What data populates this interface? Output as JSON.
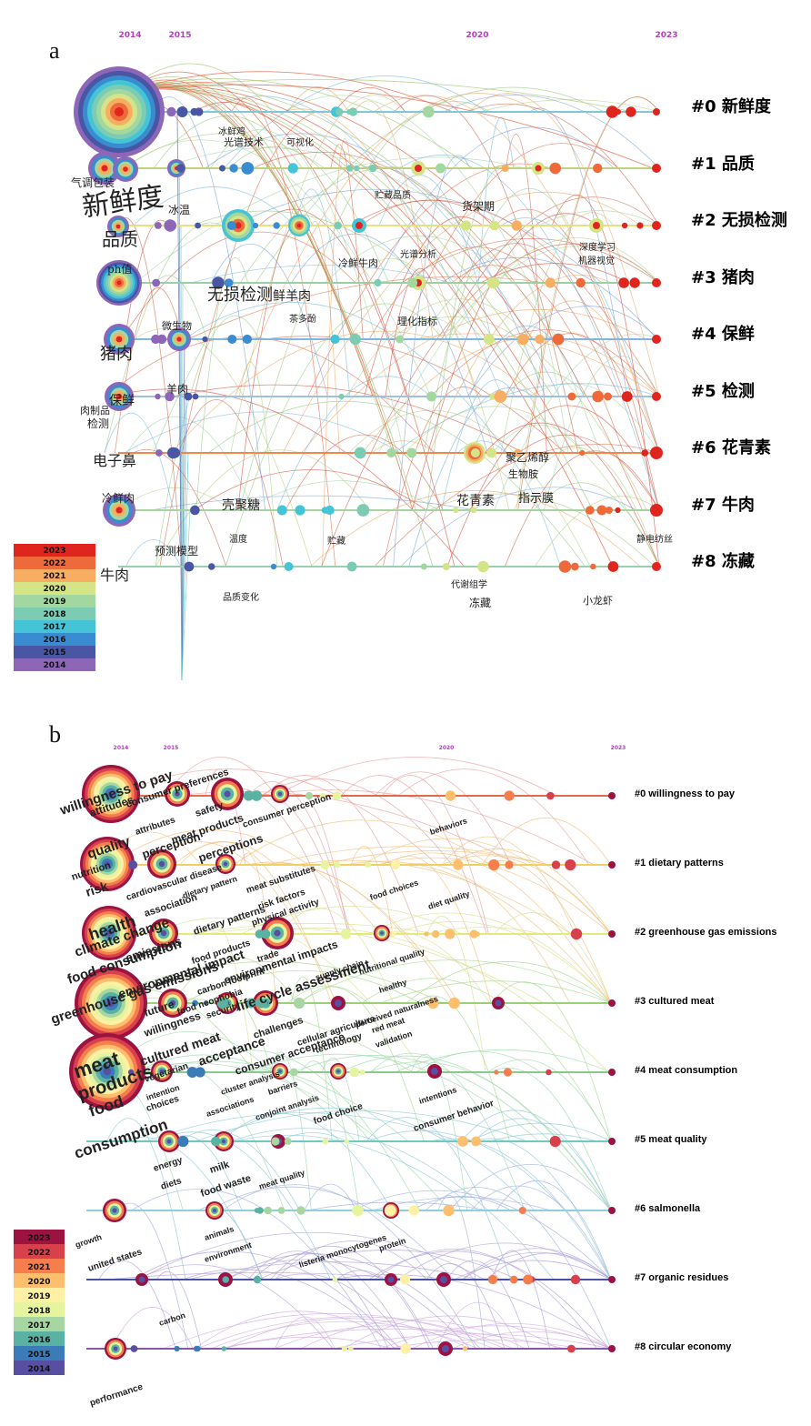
{
  "palette": {
    "2014": "#8e66b8",
    "2015": "#4856a4",
    "2016": "#3a8cd0",
    "2017": "#44c4d6",
    "2018": "#7cccb4",
    "2019": "#a2d8a0",
    "2020": "#d4e487",
    "2021": "#f8ae62",
    "2022": "#ee6a3a",
    "2023": "#e0241e"
  },
  "palette_b": {
    "2014": "#584ea2",
    "2015": "#3a7bb8",
    "2016": "#5ab2a2",
    "2017": "#a8d6a2",
    "2018": "#e6f4a0",
    "2019": "#fef0a4",
    "2020": "#fdbe6e",
    "2021": "#f57e4c",
    "2022": "#d8414c",
    "2023": "#9c1240"
  },
  "panel_a": {
    "letter": "a",
    "years": [
      "2014",
      "2015",
      "2020",
      "2023"
    ],
    "clusters": [
      {
        "label": "#0 新鲜度",
        "color": "#4cae8a"
      },
      {
        "label": "#1 品质",
        "color": "#6aae5c"
      },
      {
        "label": "#2 无损检测",
        "color": "#a8a85a"
      },
      {
        "label": "#3 猪肉",
        "color": "#4cae8a"
      },
      {
        "label": "#4 保鲜",
        "color": "#4cae8a"
      },
      {
        "label": "#5 检测",
        "color": "#2f79b6"
      },
      {
        "label": "#6 花青素",
        "color": "#d4502a"
      },
      {
        "label": "#7 牛肉",
        "color": "#4cae8a"
      },
      {
        "label": "#8 冻藏",
        "color": "#4cae8a"
      }
    ],
    "keywords": [
      {
        "text": "新鲜度",
        "size": 30
      },
      {
        "text": "品质",
        "size": 20
      },
      {
        "text": "猪肉",
        "size": 18
      },
      {
        "text": "电子鼻",
        "size": 16
      },
      {
        "text": "牛肉",
        "size": 16
      },
      {
        "text": "冷鲜肉",
        "size": 12
      },
      {
        "text": "检测",
        "size": 12
      },
      {
        "text": "肉制品",
        "size": 11
      },
      {
        "text": "保鲜",
        "size": 14
      },
      {
        "text": "气调包装",
        "size": 12
      },
      {
        "text": "ph值",
        "size": 12
      },
      {
        "text": "冰温",
        "size": 12
      },
      {
        "text": "微生物",
        "size": 11
      },
      {
        "text": "羊肉",
        "size": 12
      },
      {
        "text": "预测模型",
        "size": 12
      },
      {
        "text": "无损检测",
        "size": 18
      },
      {
        "text": "鲜羊肉",
        "size": 14
      },
      {
        "text": "壳聚糖",
        "size": 14
      },
      {
        "text": "光谱技术",
        "size": 11
      },
      {
        "text": "冷鲜牛肉",
        "size": 11
      },
      {
        "text": "光谱分析",
        "size": 10
      },
      {
        "text": "理化指标",
        "size": 11
      },
      {
        "text": "货架期",
        "size": 12
      },
      {
        "text": "贮藏品质",
        "size": 10
      },
      {
        "text": "花青素",
        "size": 14
      },
      {
        "text": "指示膜",
        "size": 13
      },
      {
        "text": "聚乙烯醇",
        "size": 12
      },
      {
        "text": "生物胺",
        "size": 11
      },
      {
        "text": "代谢组学",
        "size": 10
      },
      {
        "text": "冻藏",
        "size": 12
      },
      {
        "text": "小龙虾",
        "size": 11
      },
      {
        "text": "深度学习",
        "size": 10
      },
      {
        "text": "机器视觉",
        "size": 10
      },
      {
        "text": "茶多酚",
        "size": 10
      },
      {
        "text": "品质变化",
        "size": 10
      },
      {
        "text": "温度",
        "size": 10
      },
      {
        "text": "贮藏",
        "size": 10
      },
      {
        "text": "静电纺丝",
        "size": 10
      },
      {
        "text": "可视化",
        "size": 10
      },
      {
        "text": "冰鲜鸡",
        "size": 10
      }
    ],
    "legend": [
      "2023",
      "2022",
      "2021",
      "2020",
      "2019",
      "2018",
      "2017",
      "2016",
      "2015",
      "2014"
    ]
  },
  "panel_b": {
    "letter": "b",
    "years": [
      "2014",
      "2015",
      "2020",
      "2023"
    ],
    "clusters": [
      {
        "label": "#0 willingness to pay",
        "color": "#c0392b"
      },
      {
        "label": "#1 dietary patterns",
        "color": "#d4881e"
      },
      {
        "label": "#2 greenhouse gas emissions",
        "color": "#b5b51c"
      },
      {
        "label": "#3 cultured meat",
        "color": "#4a9a2e"
      },
      {
        "label": "#4 meat consumption",
        "color": "#3e8f3e"
      },
      {
        "label": "#5 meat quality",
        "color": "#2ea59a"
      },
      {
        "label": "#6 salmonella",
        "color": "#2e78b4"
      },
      {
        "label": "#7 organic residues",
        "color": "#2c3a96"
      },
      {
        "label": "#8 circular economy",
        "color": "#6a3aa0"
      }
    ],
    "keywords": [
      {
        "text": "willingness to pay",
        "size": 15
      },
      {
        "text": "attitudes",
        "size": 12
      },
      {
        "text": "consumer preferences",
        "size": 11
      },
      {
        "text": "attributes",
        "size": 10
      },
      {
        "text": "safety",
        "size": 11
      },
      {
        "text": "meat products",
        "size": 12
      },
      {
        "text": "quality",
        "size": 15
      },
      {
        "text": "perception",
        "size": 13
      },
      {
        "text": "perceptions",
        "size": 13
      },
      {
        "text": "consumer perception",
        "size": 10
      },
      {
        "text": "nutrition",
        "size": 11
      },
      {
        "text": "risk",
        "size": 14
      },
      {
        "text": "cardiovascular disease",
        "size": 10
      },
      {
        "text": "association",
        "size": 11
      },
      {
        "text": "dietary pattern",
        "size": 9
      },
      {
        "text": "meat substitutes",
        "size": 10
      },
      {
        "text": "risk factors",
        "size": 10
      },
      {
        "text": "physical activity",
        "size": 10
      },
      {
        "text": "dietary patterns",
        "size": 11
      },
      {
        "text": "health",
        "size": 18
      },
      {
        "text": "climate change",
        "size": 15
      },
      {
        "text": "food consumption",
        "size": 15
      },
      {
        "text": "emissions",
        "size": 13
      },
      {
        "text": "food products",
        "size": 10
      },
      {
        "text": "trade",
        "size": 10
      },
      {
        "text": "environmental impact",
        "size": 14
      },
      {
        "text": "carbon footprint",
        "size": 10
      },
      {
        "text": "environmental impacts",
        "size": 12
      },
      {
        "text": "life cycle assessment",
        "size": 15
      },
      {
        "text": "greenhouse gas emissions",
        "size": 15
      },
      {
        "text": "food choices",
        "size": 9
      },
      {
        "text": "diet quality",
        "size": 9
      },
      {
        "text": "supply chain",
        "size": 9
      },
      {
        "text": "nutritional quality",
        "size": 9
      },
      {
        "text": "healthy",
        "size": 9
      },
      {
        "text": "future",
        "size": 12
      },
      {
        "text": "willingness",
        "size": 12
      },
      {
        "text": "cultured meat",
        "size": 14
      },
      {
        "text": "food neophobia",
        "size": 10
      },
      {
        "text": "security",
        "size": 10
      },
      {
        "text": "challenges",
        "size": 11
      },
      {
        "text": "acceptance",
        "size": 14
      },
      {
        "text": "consumer acceptance",
        "size": 12
      },
      {
        "text": "cellular agriculture",
        "size": 10
      },
      {
        "text": "technology",
        "size": 10
      },
      {
        "text": "perceived naturalness",
        "size": 9
      },
      {
        "text": "red meat",
        "size": 9
      },
      {
        "text": "validation",
        "size": 9
      },
      {
        "text": "meat",
        "size": 22
      },
      {
        "text": "products",
        "size": 20
      },
      {
        "text": "food",
        "size": 18
      },
      {
        "text": "consumption",
        "size": 17
      },
      {
        "text": "vegetarian",
        "size": 10
      },
      {
        "text": "intention",
        "size": 9
      },
      {
        "text": "choices",
        "size": 10
      },
      {
        "text": "cluster analysis",
        "size": 9
      },
      {
        "text": "associations",
        "size": 9
      },
      {
        "text": "barriers",
        "size": 9
      },
      {
        "text": "conjoint analysis",
        "size": 9
      },
      {
        "text": "food choice",
        "size": 10
      },
      {
        "text": "intentions",
        "size": 9
      },
      {
        "text": "consumer behavior",
        "size": 10
      },
      {
        "text": "energy",
        "size": 10
      },
      {
        "text": "diets",
        "size": 10
      },
      {
        "text": "milk",
        "size": 11
      },
      {
        "text": "food waste",
        "size": 11
      },
      {
        "text": "meat quality",
        "size": 9
      },
      {
        "text": "growth",
        "size": 9
      },
      {
        "text": "united states",
        "size": 10
      },
      {
        "text": "animals",
        "size": 9
      },
      {
        "text": "environment",
        "size": 9
      },
      {
        "text": "listeria monocytogenes",
        "size": 9
      },
      {
        "text": "protein",
        "size": 9
      },
      {
        "text": "carbon",
        "size": 9
      },
      {
        "text": "performance",
        "size": 10
      },
      {
        "text": "behaviors",
        "size": 9
      }
    ],
    "legend": [
      "2023",
      "2022",
      "2021",
      "2020",
      "2019",
      "2018",
      "2017",
      "2016",
      "2015",
      "2014"
    ]
  }
}
